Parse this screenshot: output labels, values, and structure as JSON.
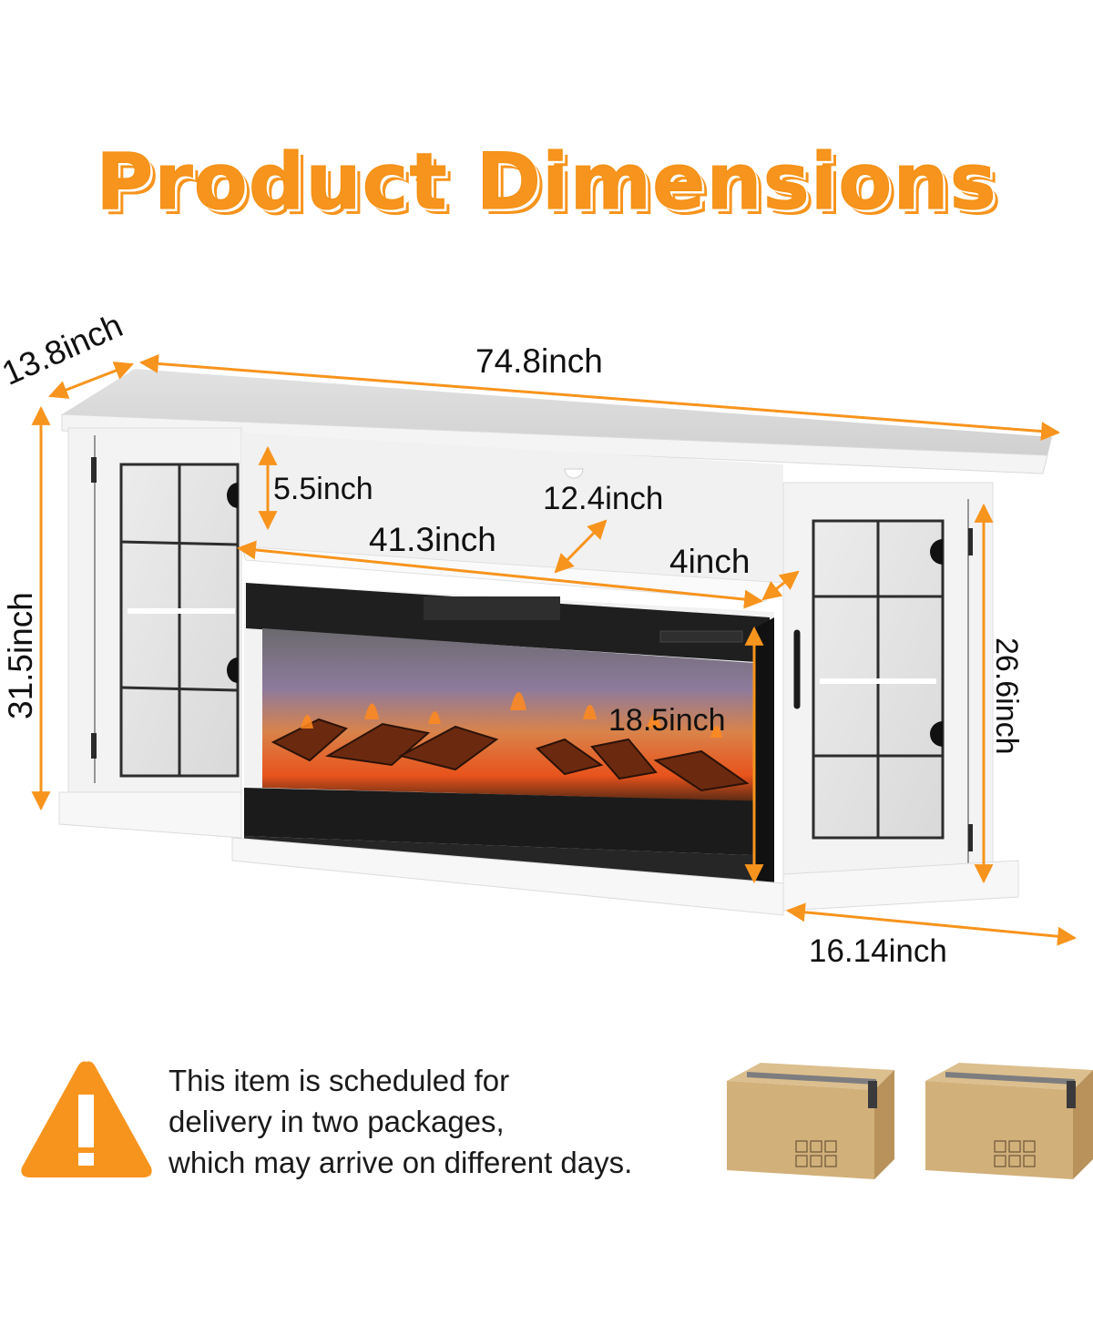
{
  "title": "Product Dimensions",
  "colors": {
    "accent": "#f7941d",
    "furniture": "#f2f2f2",
    "furniture_shadow": "#d8d8d8",
    "fireplace_frame": "#1c1c1c",
    "box": "#d2b07a",
    "text": "#111111"
  },
  "dimensions": {
    "depth_top": "13.8inch",
    "total_width": "74.8inch",
    "total_height": "31.5inch",
    "shelf_height": "5.5inch",
    "fireplace_depth": "12.4inch",
    "fireplace_width": "41.3inch",
    "fireplace_side": "4inch",
    "fireplace_height": "18.5inch",
    "cabinet_height": "26.6inch",
    "base_depth": "16.14inch"
  },
  "notice": {
    "icon": "warning-triangle-icon",
    "lines": [
      "This item is scheduled for",
      "delivery in two packages,",
      "which may arrive on different days."
    ]
  },
  "packages": {
    "count": 2,
    "icon": "cardboard-box-icon",
    "labels": [
      "this-side-up",
      "fragile",
      "keep-dry",
      "handle-with-care",
      "no-hooks",
      "recycle"
    ]
  }
}
